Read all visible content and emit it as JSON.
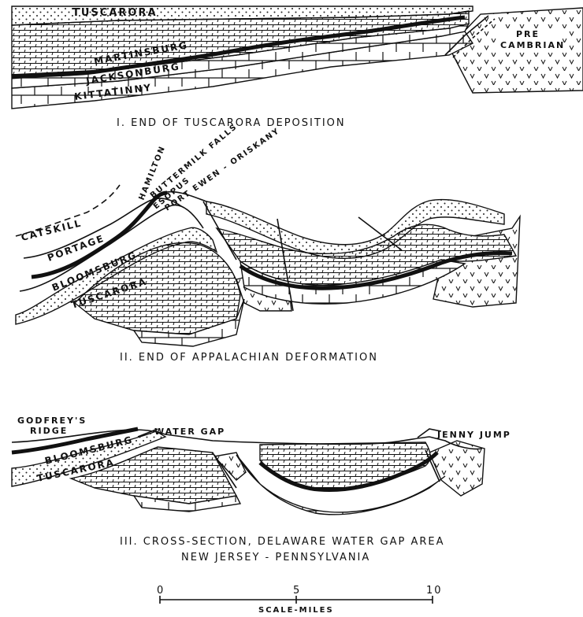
{
  "panel1": {
    "caption": "I. END OF TUSCARORA DEPOSITION",
    "labels": {
      "tuscarora": "TUSCARORA",
      "martinsburg": "MARTINSBURG",
      "jacksonburg": "JACKSONBURG",
      "kittatinny": "KITTATINNY",
      "precambrian_1": "PRE",
      "precambrian_2": "CAMBRIAN"
    }
  },
  "panel2": {
    "caption": "II. END OF APPALACHIAN DEFORMATION",
    "labels": {
      "hamilton": "HAMILTON",
      "buttermilk": "BUTTERMILK FALLS",
      "esopus": "ESOPUS",
      "port_ewen": "PORT EWEN - ORISKANY",
      "catskill": "CATSKILL",
      "portage": "PORTAGE",
      "bloomsburg": "BLOOMSBURG",
      "tuscarora": "TUSCARORA"
    }
  },
  "panel3": {
    "caption_1": "III. CROSS-SECTION, DELAWARE WATER GAP AREA",
    "caption_2": "NEW JERSEY - PENNSYLVANIA",
    "labels": {
      "godfrey_1": "GODFREY'S",
      "godfrey_2": "RIDGE",
      "water_gap": "WATER GAP",
      "jenny_jump": "JENNY JUMP",
      "bloomsburg": "BLOOMSBURG",
      "tuscarora": "TUSCARORA"
    }
  },
  "scale": {
    "tick_0": "0",
    "tick_5": "5",
    "tick_10": "10",
    "title": "SCALE-MILES"
  }
}
